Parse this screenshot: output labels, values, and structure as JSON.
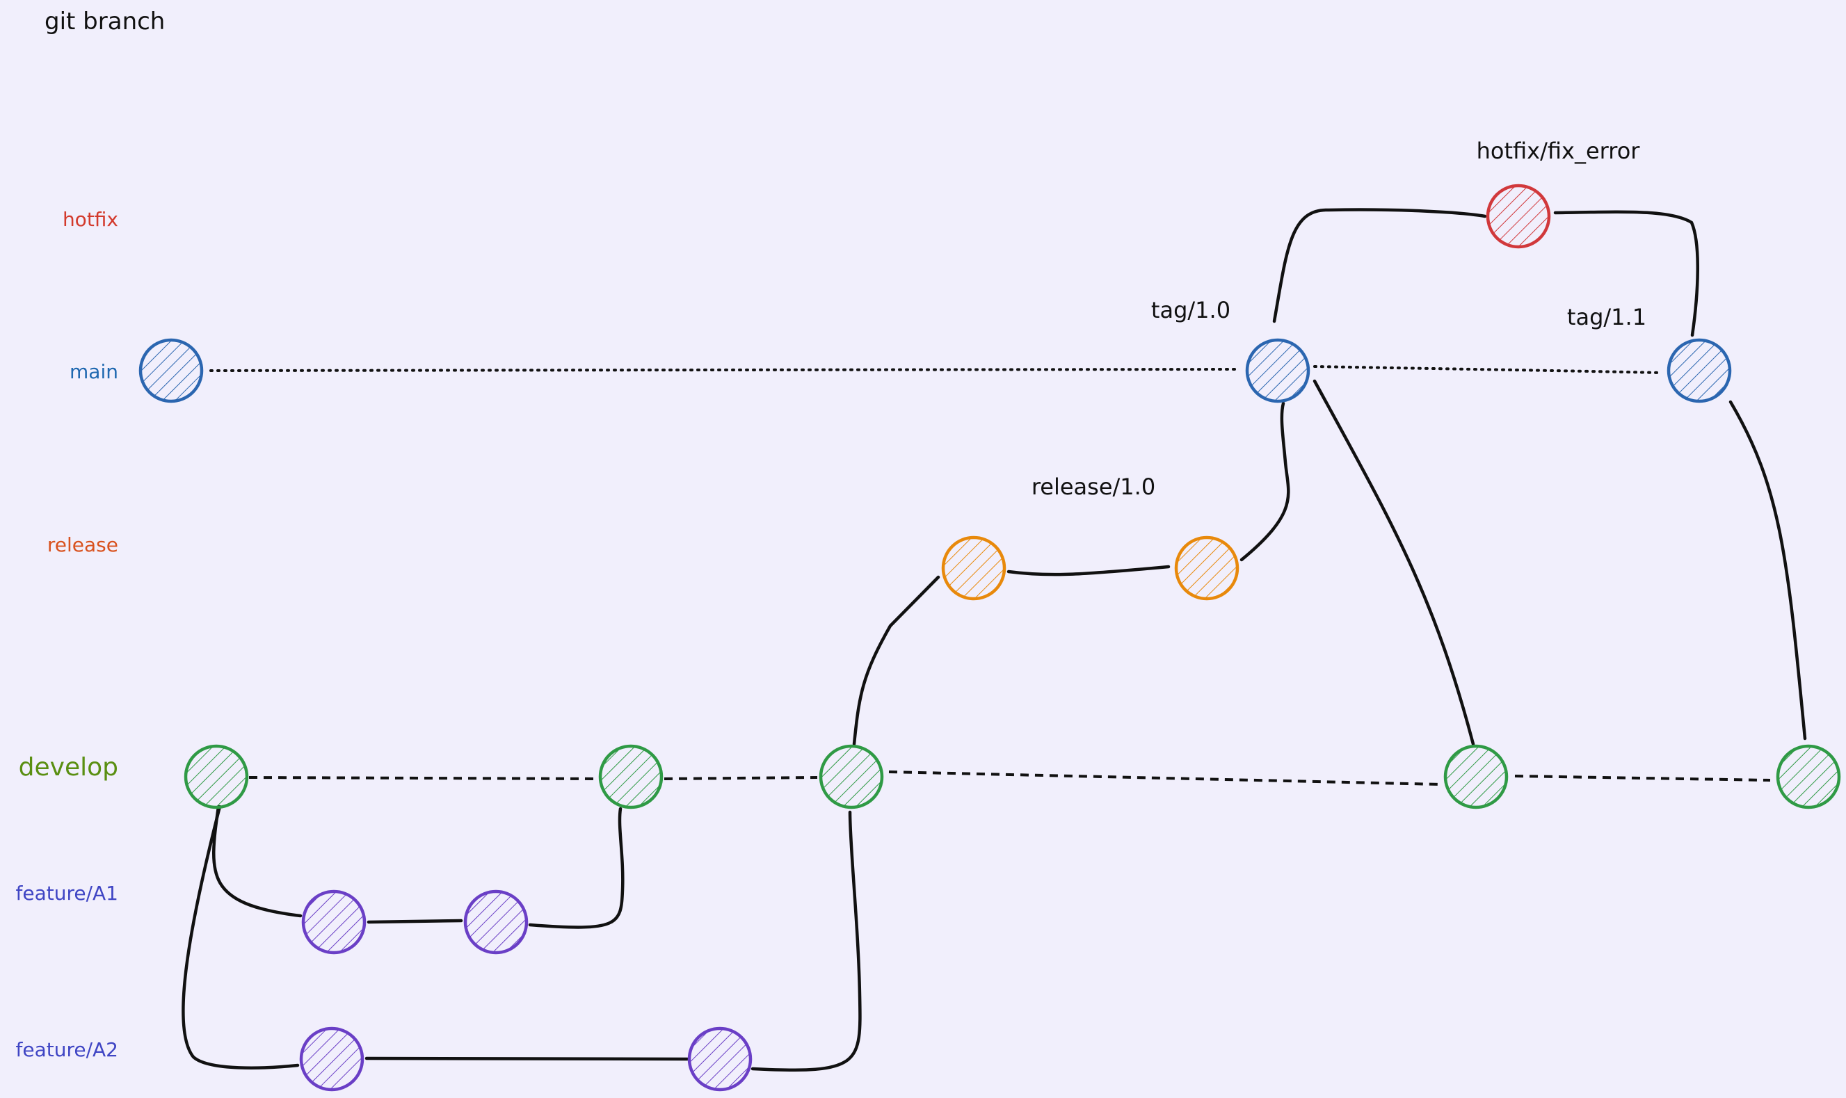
{
  "title": "git branch",
  "colors": {
    "background": "#f1effc",
    "hotfix": "#d1383b",
    "main": "#2b66b0",
    "release": "#e8890b",
    "develop": "#2f9a45",
    "feature": "#6a3fc6",
    "ink": "#111111"
  },
  "lanes": [
    {
      "id": "hotfix",
      "label": "hotfix",
      "color": "#d33a2c"
    },
    {
      "id": "main",
      "label": "main",
      "color": "#1f68b0"
    },
    {
      "id": "release",
      "label": "release",
      "color": "#d9521f"
    },
    {
      "id": "develop",
      "label": "develop",
      "color": "#5a8f12"
    },
    {
      "id": "featA1",
      "label": "feature/A1",
      "color": "#3f45c4"
    },
    {
      "id": "featA2",
      "label": "feature/A2",
      "color": "#3f45c4"
    }
  ],
  "annotations": {
    "hotfix_fix": "hotfix/fix_error",
    "tag10": "tag/1.0",
    "tag11": "tag/1.1",
    "release10": "release/1.0"
  },
  "commits": [
    {
      "id": "m1",
      "lane": "main",
      "color": "main"
    },
    {
      "id": "m2",
      "lane": "main",
      "color": "main"
    },
    {
      "id": "m3",
      "lane": "main",
      "color": "main"
    },
    {
      "id": "h1",
      "lane": "hotfix",
      "color": "hotfix"
    },
    {
      "id": "r1",
      "lane": "release",
      "color": "release"
    },
    {
      "id": "r2",
      "lane": "release",
      "color": "release"
    },
    {
      "id": "d1",
      "lane": "develop",
      "color": "develop"
    },
    {
      "id": "d2",
      "lane": "develop",
      "color": "develop"
    },
    {
      "id": "d3",
      "lane": "develop",
      "color": "develop"
    },
    {
      "id": "d4",
      "lane": "develop",
      "color": "develop"
    },
    {
      "id": "d5",
      "lane": "develop",
      "color": "develop"
    },
    {
      "id": "a1a",
      "lane": "featA1",
      "color": "feature"
    },
    {
      "id": "a1b",
      "lane": "featA1",
      "color": "feature"
    },
    {
      "id": "a2a",
      "lane": "featA2",
      "color": "feature"
    },
    {
      "id": "a2b",
      "lane": "featA2",
      "color": "feature"
    }
  ],
  "connections": [
    {
      "id": "m1-m2",
      "from": "m1",
      "to": "m2",
      "style": "dotted"
    },
    {
      "id": "m2-m3",
      "from": "m2",
      "to": "m3",
      "style": "dotted"
    },
    {
      "id": "d1-d2",
      "from": "d1",
      "to": "d2",
      "style": "dashed"
    },
    {
      "id": "d2-d3",
      "from": "d2",
      "to": "d3",
      "style": "dashed"
    },
    {
      "id": "d3-d4",
      "from": "d3",
      "to": "d4",
      "style": "dashed"
    },
    {
      "id": "d4-d5",
      "from": "d4",
      "to": "d5",
      "style": "dashed"
    },
    {
      "id": "d1-a1a",
      "from": "d1",
      "to": "a1a",
      "style": "solid"
    },
    {
      "id": "a1a-a1b",
      "from": "a1a",
      "to": "a1b",
      "style": "solid"
    },
    {
      "id": "a1b-d2",
      "from": "a1b",
      "to": "d2",
      "style": "solid"
    },
    {
      "id": "d1-a2a",
      "from": "d1",
      "to": "a2a",
      "style": "solid"
    },
    {
      "id": "a2a-a2b",
      "from": "a2a",
      "to": "a2b",
      "style": "solid"
    },
    {
      "id": "a2b-d3",
      "from": "a2b",
      "to": "d3",
      "style": "solid"
    },
    {
      "id": "d3-r1",
      "from": "d3",
      "to": "r1",
      "style": "solid"
    },
    {
      "id": "r1-r2",
      "from": "r1",
      "to": "r2",
      "style": "solid"
    },
    {
      "id": "r2-m2",
      "from": "r2",
      "to": "m2",
      "style": "solid"
    },
    {
      "id": "m2-d4",
      "from": "m2",
      "to": "d4",
      "style": "solid"
    },
    {
      "id": "m2-h1",
      "from": "m2",
      "to": "h1",
      "style": "solid"
    },
    {
      "id": "h1-m3",
      "from": "h1",
      "to": "m3",
      "style": "solid"
    },
    {
      "id": "m3-d5",
      "from": "m3",
      "to": "d5",
      "style": "solid"
    }
  ]
}
